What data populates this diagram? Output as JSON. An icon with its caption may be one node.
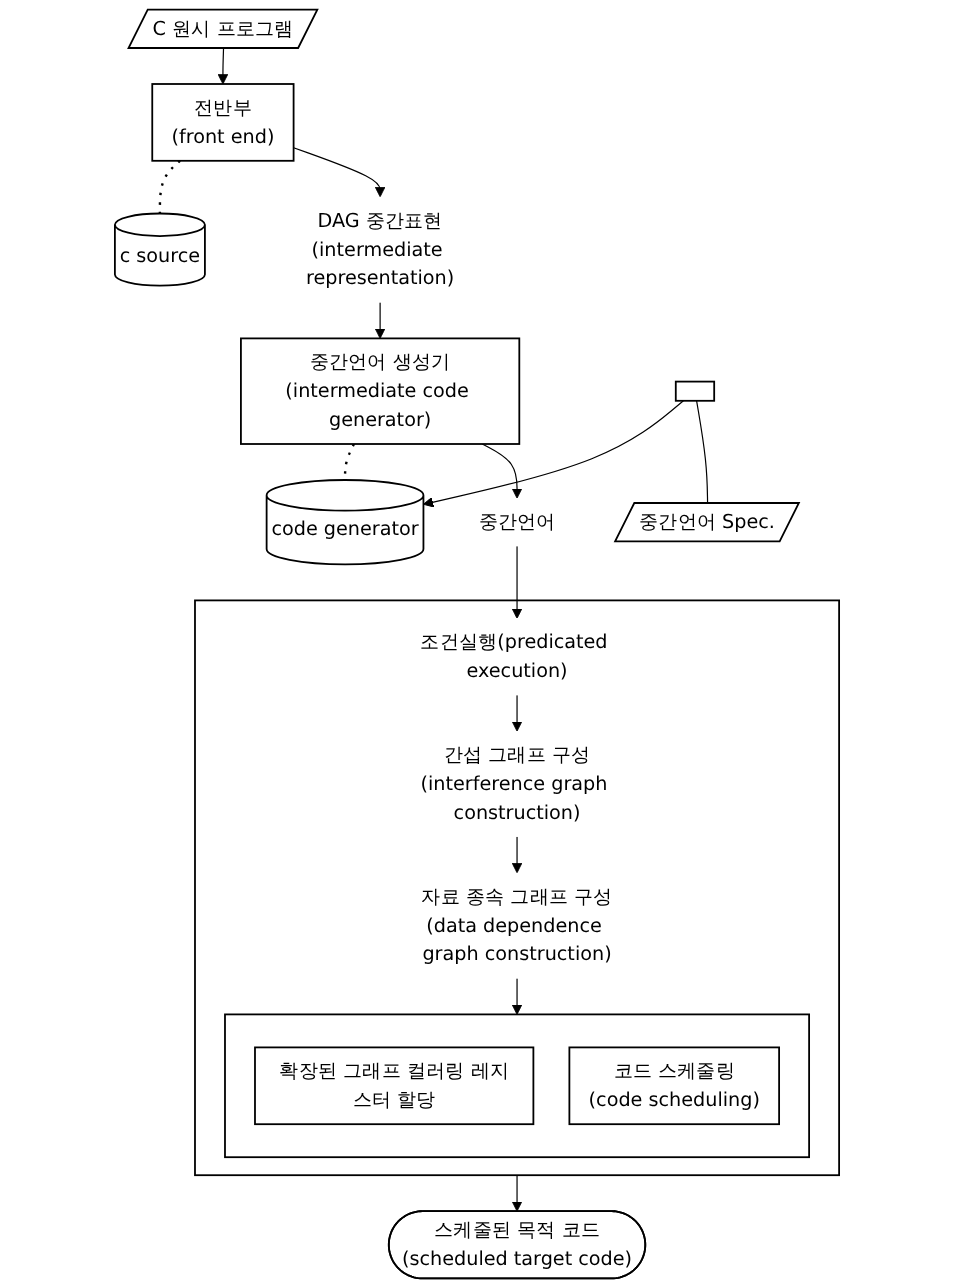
{
  "diagram": {
    "nodes": [
      {
        "text": [
          "C 원시 프로그램"
        ]
      },
      {
        "text": [
          "전반부",
          "(front end)"
        ]
      },
      {
        "text": [
          "c source"
        ]
      },
      {
        "text": [
          "DAG 중간표현",
          "(intermediate representation)"
        ]
      },
      {
        "text": [
          "중간언어 생성기",
          "(intermediate code generator)"
        ]
      },
      {
        "text": [
          "code generator"
        ]
      },
      {
        "text": [],
        "shape": "box"
      },
      {
        "text": [
          "중간언어 Spec."
        ]
      },
      {
        "text": [
          "중간언어"
        ]
      },
      {
        "text": [],
        "shape": "box"
      },
      {
        "text": [
          "조건실행(predicated execution)"
        ],
        "in": 9
      },
      {
        "text": [
          "간섭 그래프 구성",
          "(interference graph construction)"
        ],
        "in": 9
      },
      {
        "text": [
          "자료 종속 그래프 구성",
          "(data dependence graph construction)"
        ],
        "in": 9
      },
      {
        "text": [],
        "shape": "box",
        "in": 9
      },
      {
        "text": [
          "확장된 그래프 컬러링 레지스터 할당"
        ],
        "in": 13
      },
      {
        "text": [
          "코드 스케줄링",
          "(code scheduling)"
        ],
        "in": 13
      },
      {
        "text": [
          "스케줄된 목적 코드",
          "(scheduled target code)"
        ]
      }
    ],
    "edges": [
      {
        "from": 0,
        "to": 1,
        "arrow": "to"
      },
      {
        "from": 1,
        "to": 2,
        "arrow": "none",
        "style": "dashed"
      },
      {
        "from": 1,
        "to": 3,
        "arrow": "to"
      },
      {
        "from": 3,
        "to": 4,
        "arrow": "to"
      },
      {
        "from": 4,
        "to": 5,
        "arrow": "none",
        "style": "dashed"
      },
      {
        "from": 6,
        "to": 5,
        "arrow": "to"
      },
      {
        "from": 6,
        "to": 7,
        "arrow": "none"
      },
      {
        "from": 4,
        "to": 8,
        "arrow": "to"
      },
      {
        "from": 8,
        "to": 10,
        "arrow": "to"
      },
      {
        "from": 10,
        "to": 11,
        "arrow": "to"
      },
      {
        "from": 11,
        "to": 12,
        "arrow": "to"
      },
      {
        "from": 12,
        "to": 13,
        "arrow": "to"
      },
      {
        "from": 9,
        "to": 16,
        "arrow": "to"
      }
    ]
  }
}
